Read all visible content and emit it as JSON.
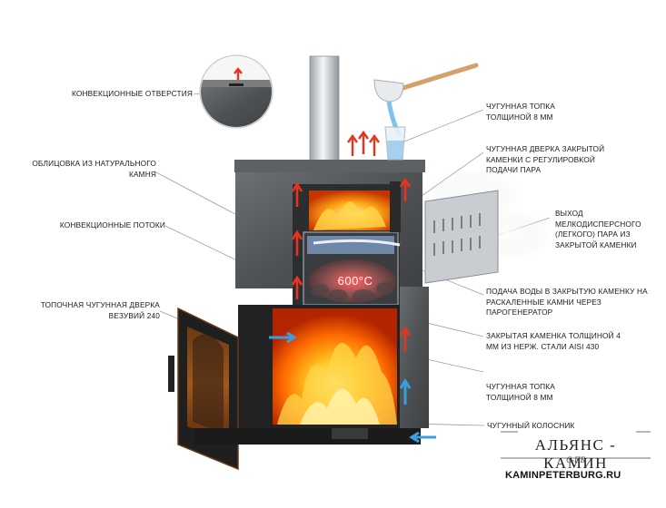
{
  "labels": {
    "convection_holes": "КОНВЕКЦИОННЫЕ ОТВЕРСТИЯ",
    "stone_cladding": "ОБЛИЦОВКА ИЗ НАТУРАЛЬНОГО КАМНЯ",
    "convection_flows": "КОНВЕКЦИОННЫЕ ПОТОКИ",
    "firebox_door": "ТОПОЧНАЯ ЧУГУННАЯ ДВЕРКА ВЕЗУВИЙ 240",
    "cast_iron_firebox_top": "ЧУГУННАЯ ТОПКА ТОЛЩИНОЙ 8 ММ",
    "heater_door": "ЧУГУННАЯ ДВЕРКА ЗАКРЫТОЙ КАМЕНКИ С РЕГУЛИРОВКОЙ ПОДАЧИ ПАРА",
    "steam_outlet": "ВЫХОД МЕЛКОДИСПЕРСНОГО (ЛЕГКОГО) ПАРА ИЗ ЗАКРЫТОЙ КАМЕНКИ",
    "water_supply": "ПОДАЧА ВОДЫ В ЗАКРЫТУЮ КАМЕНКУ НА РАСКАЛЕННЫЕ КАМНИ ЧЕРЕЗ ПАРОГЕНЕРАТОР",
    "closed_heater": "ЗАКРЫТАЯ КАМЕНКА ТОЛЩИНОЙ 4 ММ ИЗ НЕРЖ. СТАЛИ AISI 430",
    "cast_iron_firebox_bottom": "ЧУГУННАЯ ТОПКА ТОЛЩИНОЙ 8 ММ",
    "grate": "ЧУГУННЫЙ КОЛОСНИК"
  },
  "temperature": "600°С",
  "brand": {
    "name": "АЛЬЯНС - КАМИН",
    "sub": "С-ПБ"
  },
  "website": "KAMINPETERBURG.RU",
  "colors": {
    "stone": "#5a5c5e",
    "fire": "#ff7a10",
    "arrow_hot": "#e8331f",
    "arrow_cold": "#3a9fe0"
  }
}
